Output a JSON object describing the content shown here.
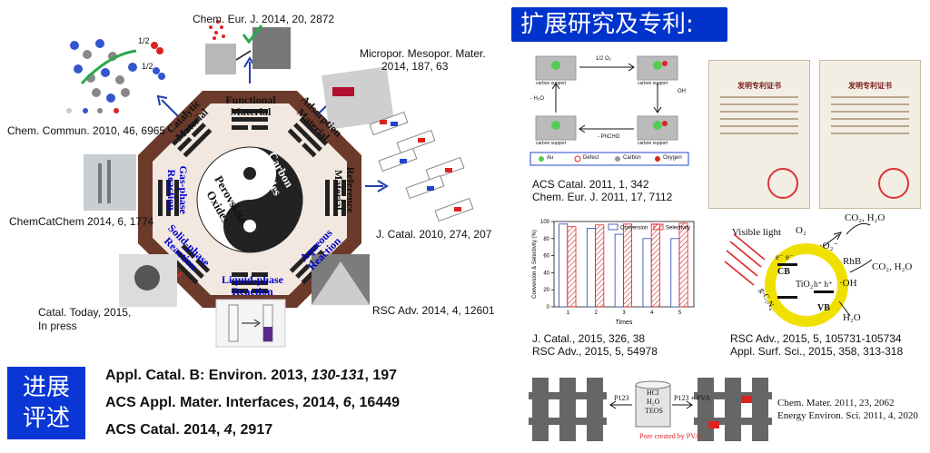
{
  "header": {
    "title": "扩展研究及专利:"
  },
  "left": {
    "center_labels": {
      "carbon_nitrides": "Carbon Nitrides",
      "perovskite_oxides": "Perovskite Oxides",
      "functional_material": "Functional Material",
      "adsorption_material": "Adsorption Material",
      "reference_material": "Reference Material",
      "aqueous_reaction": "Aqueous Reaction",
      "liquid_phase_reaction": "Liquid-phase Reaction",
      "solid_phase_reaction": "Solid-phase Reaction",
      "gas_phase_reaction": "Gas-phase Reaction",
      "catalytic_material": "Catalytic Material"
    },
    "citations": {
      "chem_eur": "Chem. Eur. J. 2014, 20, 2872",
      "micropor": "Micropor. Mesopor. Mater.",
      "micropor2": "2014, 187, 63",
      "chem_commun": "Chem. Commun. 2010, 46, 6965",
      "chemcatchem": "ChemCatChem 2014, 6, 1774",
      "j_catal": "J. Catal. 2010, 274, 207",
      "catal_today": "Catal. Today, 2015,",
      "in_press": "In press",
      "rsc_adv": "RSC Adv. 2014, 4, 12601"
    },
    "molecule_labels": {
      "half1": "1/2",
      "half2": "1/2"
    }
  },
  "progress": {
    "line1": "进展",
    "line2": "评述"
  },
  "references": [
    {
      "pre": "Appl. Catal. B: Environ. 2013, ",
      "italic": "130-131",
      "post": ", 197"
    },
    {
      "pre": "ACS Appl. Mater. Interfaces, 2014, ",
      "italic": "6",
      "post": ", 16449"
    },
    {
      "pre": "ACS Catal. 2014,  ",
      "italic": "4",
      "post": ", 2917"
    }
  ],
  "right": {
    "cycle": {
      "o2": "1/2 O₂",
      "carbon_support": "carbon support",
      "h2o": "- H₂O",
      "phcho": "- PhCHO",
      "oh": "OH",
      "legend": [
        "Au",
        "Defect",
        "Carbon",
        "Oxygen"
      ],
      "cite1": "ACS Catal. 2011, 1, 342",
      "cite2": "Chem. Eur. J. 2011, 17, 7112"
    },
    "patents": {
      "title": "发明专利证书"
    },
    "bar_chart": {
      "cite1": "J. Catal., 2015, 326, 38",
      "cite2": "RSC Adv., 2015, 5, 54978"
    },
    "photocat": {
      "visible_light": "Visible light",
      "o2": "O₂",
      "o2_rad": "·O₂⁻",
      "co2_h2o_1": "CO₂, H₂O",
      "rhb": "RhB",
      "co2_h2o_2": "CO₂, H₂O",
      "oh_rad": "·OH",
      "h2o": "H₂O",
      "cb": "CB",
      "vb": "VB",
      "tio2": "TiO₂",
      "gcn": "g-C₃N₄",
      "e_minus": "e⁻ e⁻",
      "h_plus": "h⁺ h⁺",
      "cite1": "RSC Adv., 2015, 5, 105731-105734",
      "cite2": "Appl. Surf. Sci., 2015, 358, 313-318"
    },
    "pore": {
      "p123": "P123",
      "p123_pva": "P123 + PVA",
      "hcl": "HCl",
      "h2o": "H₂O",
      "teos": "TEOS",
      "pore_label": "Pore created by PVA",
      "cite1": "Chem. Mater. 2011, 23, 2062",
      "cite2": "Energy Environ. Sci. 2011, 4, 2020"
    }
  },
  "chart_data": {
    "type": "bar",
    "categories": [
      "1",
      "2",
      "3",
      "4",
      "5"
    ],
    "series": [
      {
        "name": "Conversion",
        "values": [
          97,
          92,
          85,
          80,
          80
        ]
      },
      {
        "name": "Selectivity",
        "values": [
          94,
          96,
          97,
          97,
          98
        ]
      }
    ],
    "xlabel": "Times",
    "ylabel": "Conversion & Selectivity (%)",
    "ylim": [
      0,
      100
    ],
    "yticks": [
      0,
      20,
      40,
      60,
      80,
      100
    ],
    "legend": "top-right"
  }
}
